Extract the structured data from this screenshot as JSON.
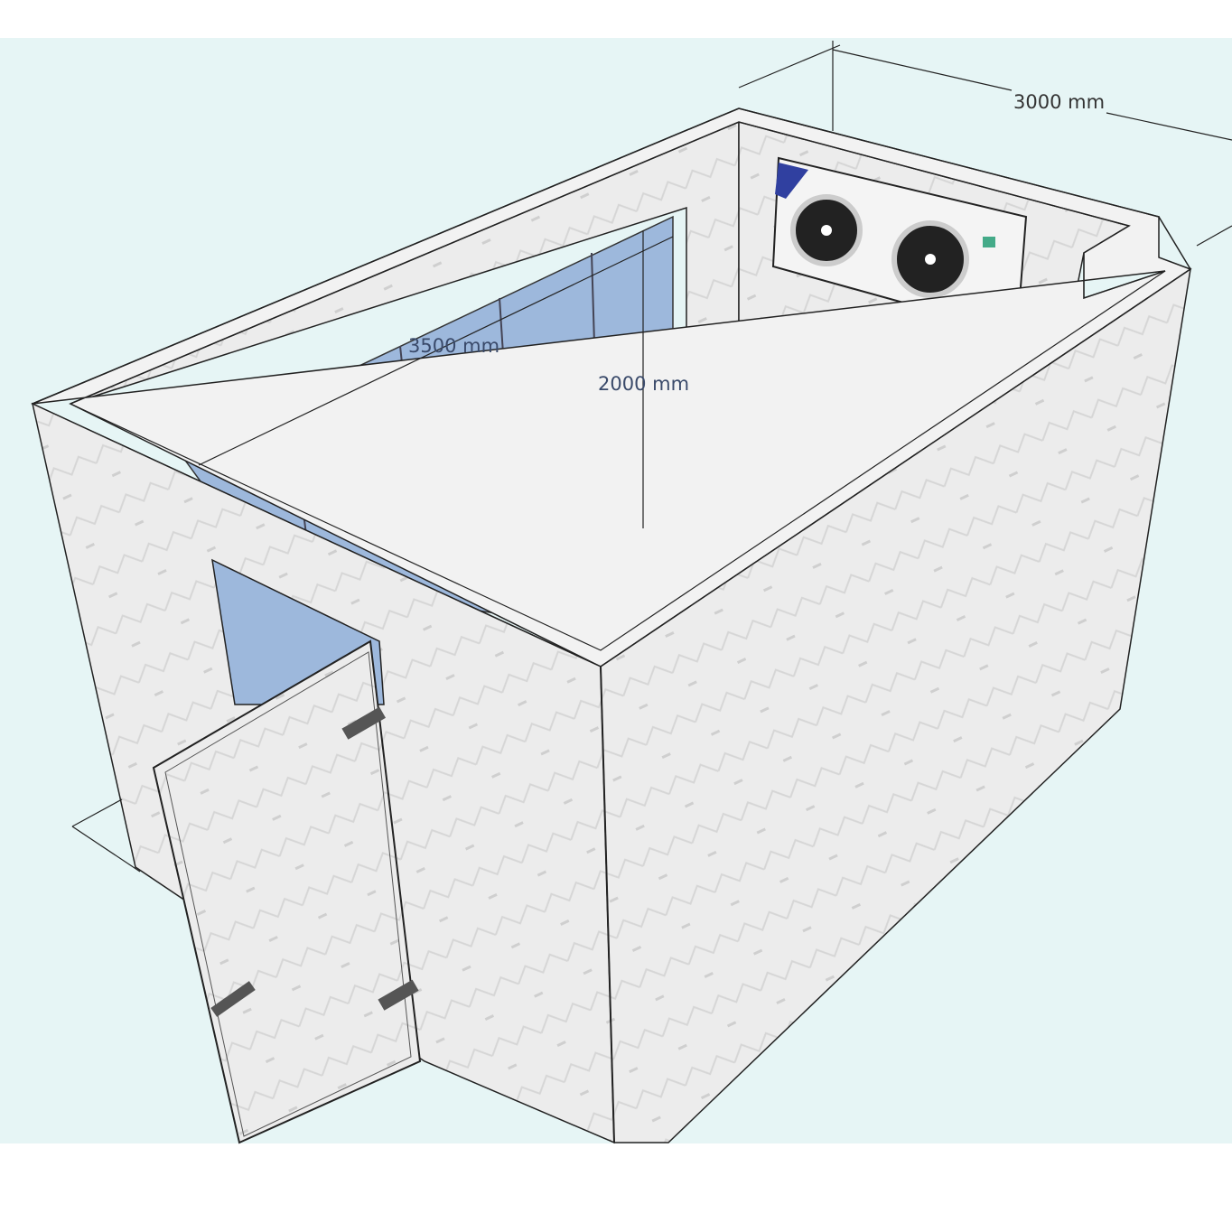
{
  "dimensions": {
    "width_label": "3000 mm",
    "length_label": "3500 mm",
    "height_label": "2000 mm"
  },
  "colors": {
    "background": "#e6f5f5",
    "panel": "#ececec",
    "glass": "#9db8dc",
    "edge": "#222222"
  },
  "equipment": {
    "unit": "evaporator-unit",
    "fan_count": 2
  }
}
